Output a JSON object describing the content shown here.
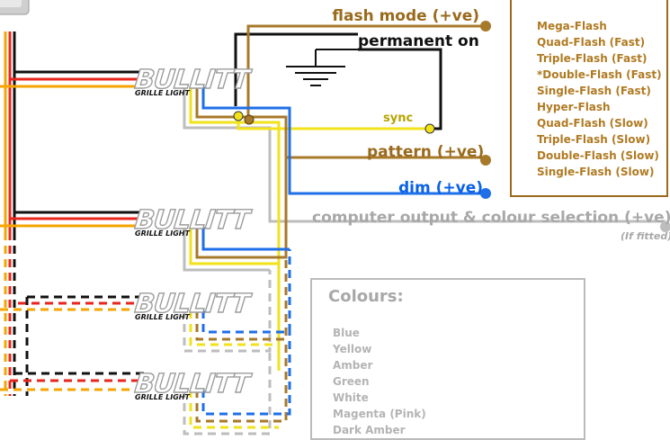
{
  "labels": {
    "flash_mode": "flash mode (+ve)",
    "permanent_on": "permanent on",
    "sync": "sync",
    "pattern": "pattern (+ve)",
    "dim": "dim (+ve)",
    "computer_output": "computer output & colour selection (+ve)",
    "if_fitted": "(If fitted)"
  },
  "logo": {
    "brand": "BULLITT",
    "sub": "GRILLE LIGHT"
  },
  "flash_patterns": [
    "Mega-Flash",
    "Quad-Flash (Fast)",
    "Triple-Flash (Fast)",
    "*Double-Flash (Fast)",
    "Single-Flash (Fast)",
    "Hyper-Flash",
    "Quad-Flash (Slow)",
    "Triple-Flash (Slow)",
    "Double-Flash (Slow)",
    "Single-Flash (Slow)"
  ],
  "colours": {
    "title": "Colours:",
    "items": [
      "Blue",
      "Yellow",
      "Amber",
      "Green",
      "White",
      "Magenta (Pink)",
      "Dark Amber"
    ]
  },
  "wire_colors": {
    "black": "#111111",
    "red": "#e8261c",
    "orange": "#f5a400",
    "yellow": "#f2e21a",
    "brown": "#a7792a",
    "blue": "#1f6fe8",
    "grey": "#bdbdbd"
  }
}
